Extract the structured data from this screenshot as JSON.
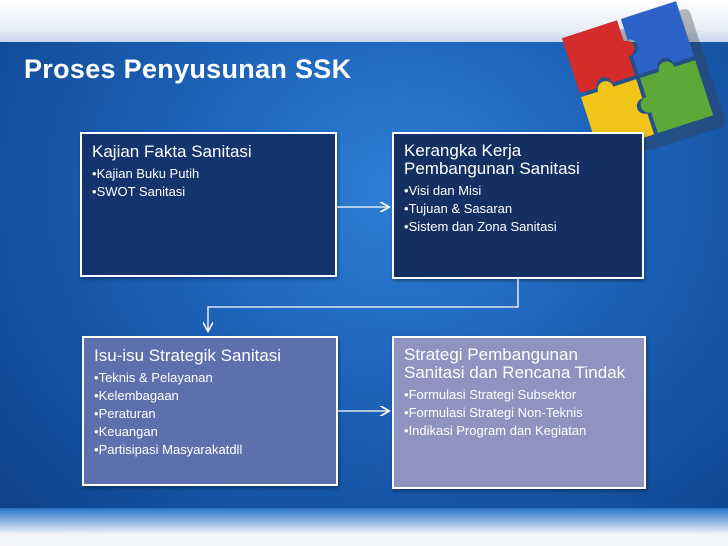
{
  "slide": {
    "title": "Proses Penyusunan SSK"
  },
  "boxes": [
    {
      "title": "Kajian Fakta Sanitasi",
      "items": [
        "Kajian Buku Putih",
        "SWOT Sanitasi"
      ]
    },
    {
      "title": "Kerangka Kerja Pembangunan Sanitasi",
      "items": [
        "Visi dan Misi",
        "Tujuan & Sasaran",
        "Sistem dan Zona Sanitasi"
      ]
    },
    {
      "title": "Isu-isu Strategik Sanitasi",
      "items": [
        "Teknis & Pelayanan",
        "Kelembagaan",
        "Peraturan",
        "Keuangan",
        "Partisipasi Masyarakatdll"
      ]
    },
    {
      "title": "Strategi Pembangunan Sanitasi dan Rencana Tindak",
      "items": [
        "Formulasi Strategi Subsektor",
        "Formulasi Strategi Non-Teknis",
        "Indikasi Program dan Kegiatan"
      ]
    }
  ],
  "colors": {
    "background": "#1a5fb4",
    "box1": "#13346d",
    "box2": "#162f63",
    "box3": "#5e6fae",
    "box4": "#8f93bf",
    "puzzle": [
      "#d42b2b",
      "#2d63c8",
      "#f0c419",
      "#5ea83a"
    ]
  },
  "icons": [
    "puzzle-logo-icon",
    "arrow-right-icon",
    "arrow-down-icon"
  ]
}
